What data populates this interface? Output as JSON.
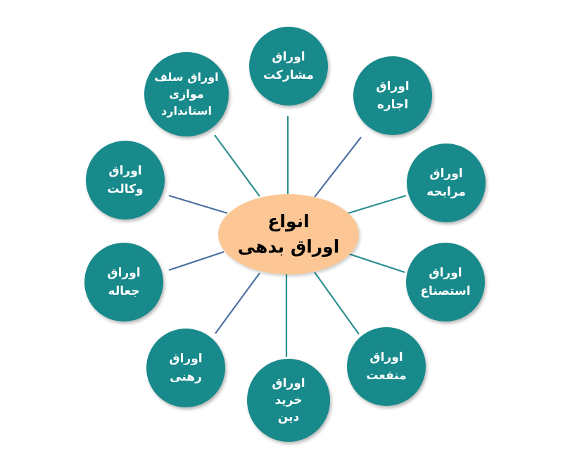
{
  "diagram": {
    "type": "radial-concept-map",
    "colors": {
      "node_fill": "#188a8c",
      "center_fill": "#fcc795",
      "line_teal": "#2a8e8e",
      "line_blue": "#4a6fa0",
      "node_text": "#ffffff",
      "center_text": "#000000"
    },
    "center": {
      "line1": "انواع",
      "line2": "اوراق بدهی"
    },
    "nodes": [
      {
        "id": "musharakah",
        "line1": "اوراق",
        "line2": "مشارکت",
        "line3": ""
      },
      {
        "id": "ijarah",
        "line1": "اوراق",
        "line2": "اجاره",
        "line3": ""
      },
      {
        "id": "murabahah",
        "line1": "اوراق",
        "line2": "مرابحه",
        "line3": ""
      },
      {
        "id": "istisna",
        "line1": "اوراق",
        "line2": "استصناع",
        "line3": ""
      },
      {
        "id": "manfaat",
        "line1": "اوراق",
        "line2": "منفعت",
        "line3": ""
      },
      {
        "id": "debt-purchase",
        "line1": "اوراق",
        "line2": "خرید",
        "line3": "دین"
      },
      {
        "id": "rahni",
        "line1": "اوراق",
        "line2": "رهنی",
        "line3": ""
      },
      {
        "id": "juaalah",
        "line1": "اوراق",
        "line2": "جعاله",
        "line3": ""
      },
      {
        "id": "wakalah",
        "line1": "اوراق",
        "line2": "وکالت",
        "line3": ""
      },
      {
        "id": "salaf",
        "line1": "اوراق سلف",
        "line2": "موازی",
        "line3": "استاندارد"
      }
    ]
  }
}
